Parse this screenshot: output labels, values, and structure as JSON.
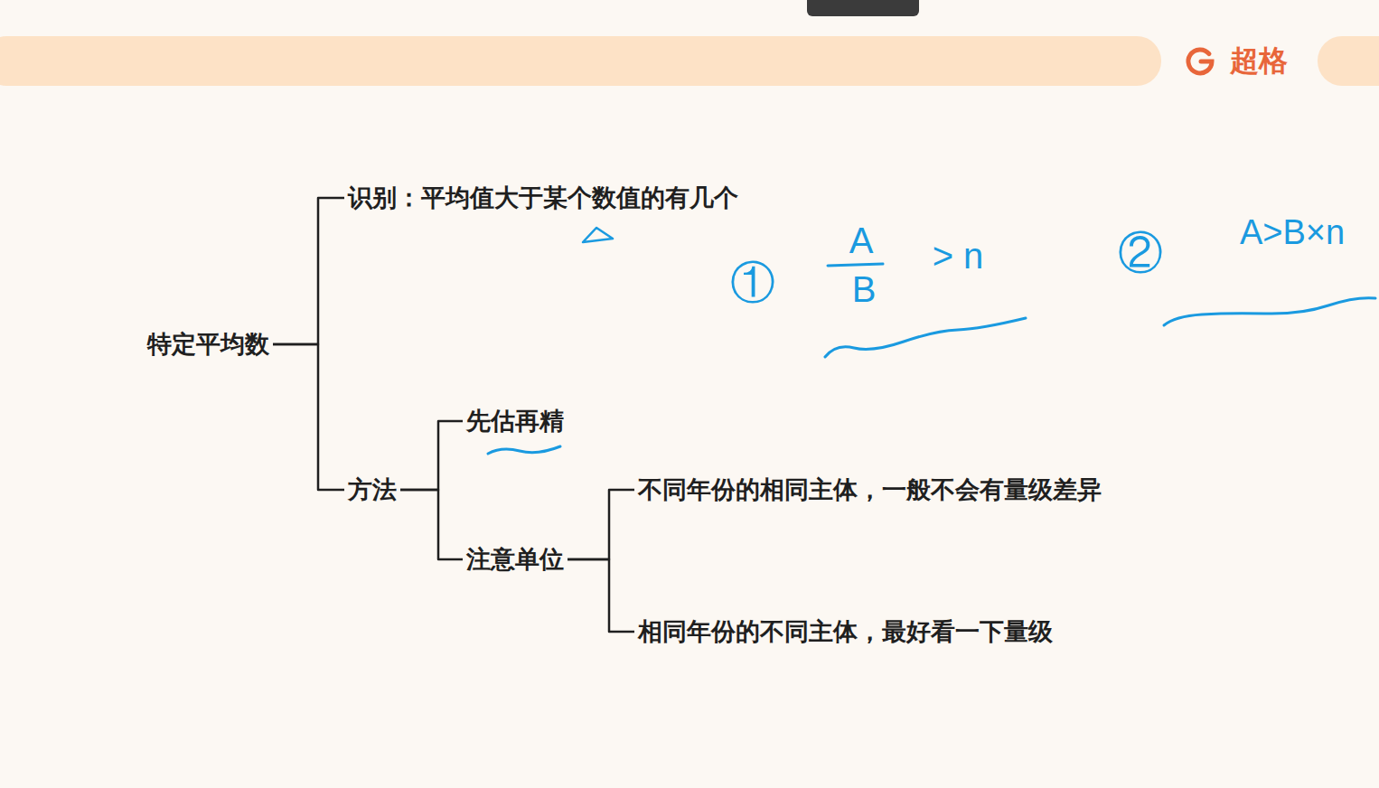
{
  "diagram": {
    "nodes": [
      {
        "text": [
          "特定平均数"
        ]
      },
      {
        "text": [
          "识别：平均值大于某个数值的有几个"
        ]
      },
      {
        "text": [
          "方法"
        ]
      },
      {
        "text": [
          "先估再精"
        ]
      },
      {
        "text": [
          "注意单位"
        ]
      },
      {
        "text": [
          "不同年份的相同主体，一般不会有量级差异"
        ]
      },
      {
        "text": [
          "相同年份的不同主体，最好看一下量级"
        ]
      }
    ],
    "edges": [
      {
        "from": 0,
        "to": 1,
        "arrow": "none"
      },
      {
        "from": 0,
        "to": 2,
        "arrow": "none"
      },
      {
        "from": 2,
        "to": 3,
        "arrow": "none"
      },
      {
        "from": 2,
        "to": 4,
        "arrow": "none"
      },
      {
        "from": 4,
        "to": 5,
        "arrow": "none"
      },
      {
        "from": 4,
        "to": 6,
        "arrow": "none"
      }
    ],
    "labels": [
      "超格",
      "①",
      "A",
      "B",
      "> n",
      "②",
      "A>B×n"
    ]
  }
}
